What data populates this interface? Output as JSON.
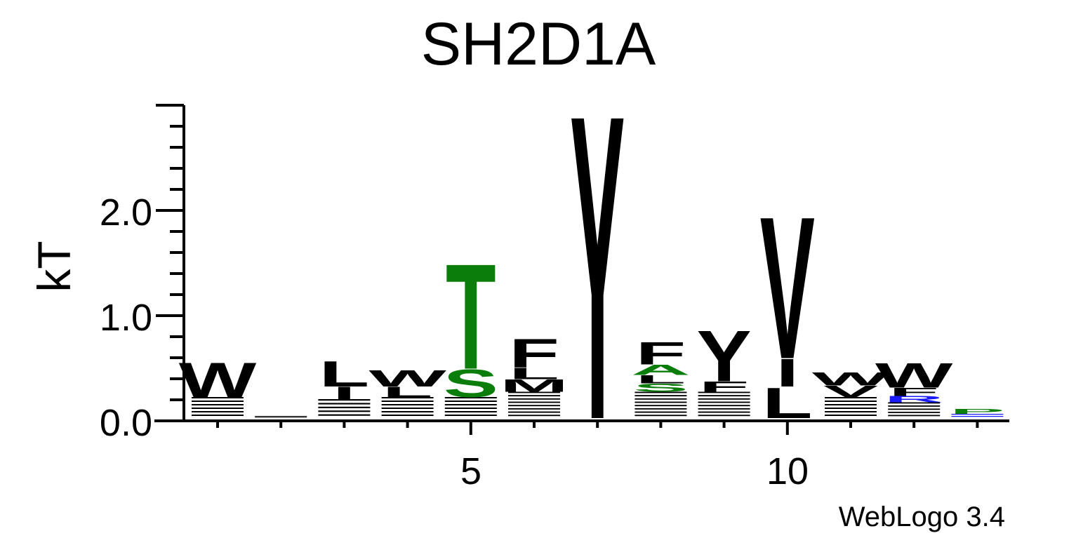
{
  "chart_data": {
    "type": "sequence-logo",
    "title": "SH2D1A",
    "ylabel": "kT",
    "xlabel": "",
    "footer": "WebLogo 3.4",
    "ylim": [
      0,
      2.0
    ],
    "xlim": [
      1,
      13
    ],
    "y_ticks": [
      "0.0",
      "1.0",
      "2.0"
    ],
    "x_ticks": [
      "5",
      "10"
    ],
    "colors": {
      "black": "#000000",
      "green": "#0a7d0a",
      "blue": "#1a1aff"
    },
    "positions": [
      {
        "pos": 1,
        "letters": [
          {
            "char": "-",
            "height": 0.2,
            "color": "black"
          },
          {
            "char": "W",
            "height": 0.34,
            "color": "black"
          }
        ]
      },
      {
        "pos": 2,
        "letters": [
          {
            "char": "-",
            "height": 0.02,
            "color": "black"
          }
        ]
      },
      {
        "pos": 3,
        "letters": [
          {
            "char": "-",
            "height": 0.18,
            "color": "black"
          },
          {
            "char": "I",
            "height": 0.12,
            "color": "black"
          },
          {
            "char": "L",
            "height": 0.25,
            "color": "black"
          }
        ]
      },
      {
        "pos": 4,
        "letters": [
          {
            "char": "-",
            "height": 0.2,
            "color": "black"
          },
          {
            "char": "L",
            "height": 0.1,
            "color": "black"
          },
          {
            "char": "W",
            "height": 0.16,
            "color": "black"
          }
        ]
      },
      {
        "pos": 5,
        "letters": [
          {
            "char": "-",
            "height": 0.2,
            "color": "black"
          },
          {
            "char": "S",
            "height": 0.27,
            "color": "green"
          },
          {
            "char": "T",
            "height": 1.03,
            "color": "green"
          }
        ]
      },
      {
        "pos": 6,
        "letters": [
          {
            "char": "-",
            "height": 0.25,
            "color": "black"
          },
          {
            "char": "M",
            "height": 0.12,
            "color": "black"
          },
          {
            "char": "L",
            "height": 0.11,
            "color": "black"
          },
          {
            "char": "F",
            "height": 0.28,
            "color": "black"
          }
        ]
      },
      {
        "pos": 7,
        "letters": [
          {
            "char": "Y",
            "height": 2.98,
            "color": "black"
          }
        ]
      },
      {
        "pos": 8,
        "letters": [
          {
            "char": "-",
            "height": 0.25,
            "color": "black"
          },
          {
            "char": "S",
            "height": 0.08,
            "color": "green"
          },
          {
            "char": "L",
            "height": 0.08,
            "color": "black"
          },
          {
            "char": "A",
            "height": 0.1,
            "color": "green"
          },
          {
            "char": "F",
            "height": 0.22,
            "color": "black"
          }
        ]
      },
      {
        "pos": 9,
        "letters": [
          {
            "char": "-",
            "height": 0.25,
            "color": "black"
          },
          {
            "char": "F",
            "height": 0.1,
            "color": "black"
          },
          {
            "char": "Y",
            "height": 0.5,
            "color": "black"
          }
        ]
      },
      {
        "pos": 10,
        "letters": [
          {
            "char": "L",
            "height": 0.3,
            "color": "black"
          },
          {
            "char": "I",
            "height": 0.27,
            "color": "black"
          },
          {
            "char": "V",
            "height": 1.39,
            "color": "black"
          }
        ]
      },
      {
        "pos": 11,
        "letters": [
          {
            "char": "-",
            "height": 0.2,
            "color": "black"
          },
          {
            "char": "V",
            "height": 0.11,
            "color": "black"
          },
          {
            "char": "W",
            "height": 0.13,
            "color": "black"
          }
        ]
      },
      {
        "pos": 12,
        "letters": [
          {
            "char": "-",
            "height": 0.15,
            "color": "black"
          },
          {
            "char": "R",
            "height": 0.06,
            "color": "blue"
          },
          {
            "char": "F",
            "height": 0.08,
            "color": "black"
          },
          {
            "char": "W",
            "height": 0.24,
            "color": "black"
          }
        ]
      },
      {
        "pos": 13,
        "letters": [
          {
            "char": "-",
            "height": 0.04,
            "color": "blue"
          },
          {
            "char": "P",
            "height": 0.05,
            "color": "green"
          }
        ]
      }
    ]
  }
}
